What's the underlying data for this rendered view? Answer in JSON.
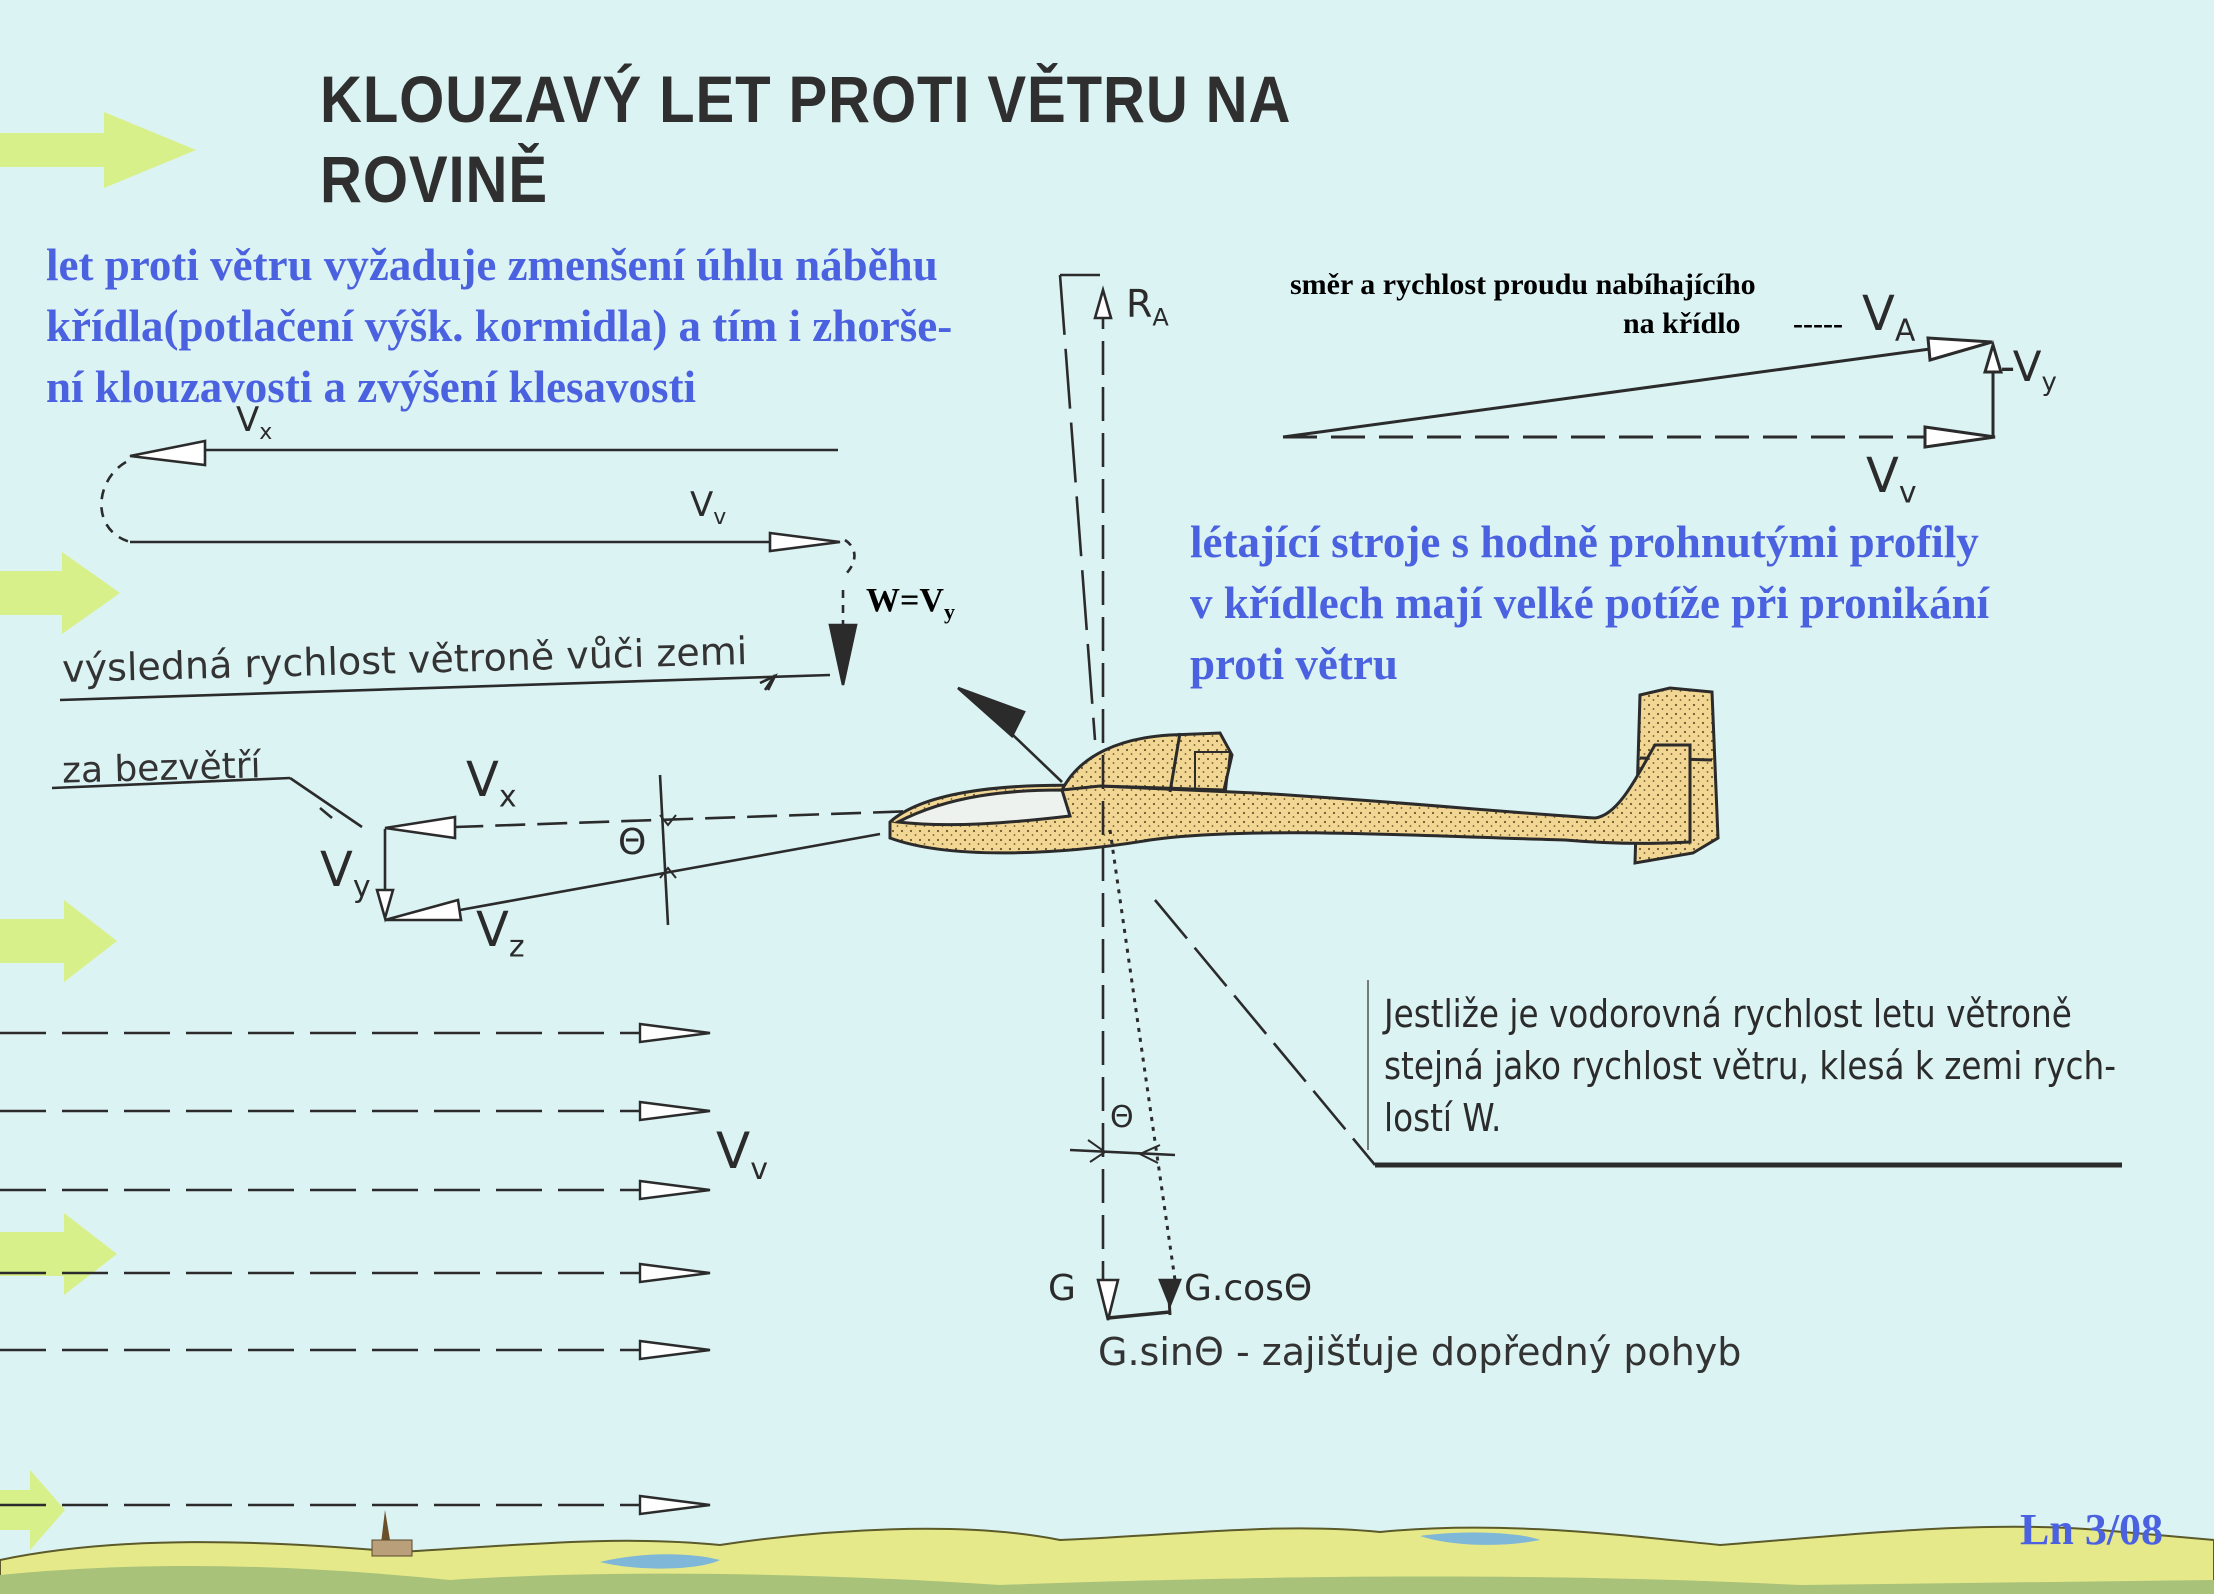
{
  "title_line1": "KLOUZAVÝ LET PROTI VĚTRU NA",
  "title_line2": "ROVINĚ",
  "note_top_left": [
    "let proti větru vyžaduje zmenšení úhlu náběhu",
    "křídla(potlačení výšk. kormidla) a tím i zhorše-",
    "ní klouzavosti a zvýšení klesavosti"
  ],
  "note_right": [
    "létající stroje s hodně prohnutými profily",
    "v křídlech mají velké potíže při pronikání",
    "proti větru"
  ],
  "flow_label_line1": "směr a rychlost proudu nabíhajícího",
  "flow_label_line2": "na křídlo",
  "flow_dash": "-----",
  "label_W": "W=V",
  "label_W_sub": "y",
  "label_resultant": "výsledná rychlost větroně vůči zemi",
  "label_calm": "za bezvětří",
  "label_Vx": "V",
  "label_Vx_sub": "x",
  "label_Vv": "V",
  "label_Vv_sub": "v",
  "label_Vy": "V",
  "label_Vy_sub": "y",
  "label_Vz": "V",
  "label_Vz_sub": "z",
  "label_VA": "V",
  "label_VA_sub": "A",
  "label_minus_Vy": "-V",
  "label_RA": "R",
  "label_RA_sub": "A",
  "label_theta": "Θ",
  "label_G": "G",
  "label_Gcos": "G.cosΘ",
  "label_Gsin": "G.sinΘ - zajišťuje dopředný pohyb",
  "callout": [
    "Jestliže je vodorovná rychlost letu větroně",
    "stejná jako rychlost větru, klesá k zemi rych-",
    "lostí  W."
  ],
  "page_code": "Ln 3/08",
  "colors": {
    "background": "#dcf3f4",
    "title": "#2f2f2f",
    "note_blue": "#4b62e0",
    "wind_arrow": "#d8f08a",
    "glider_fill": "#f1d694",
    "ink": "#2b2b2b"
  }
}
